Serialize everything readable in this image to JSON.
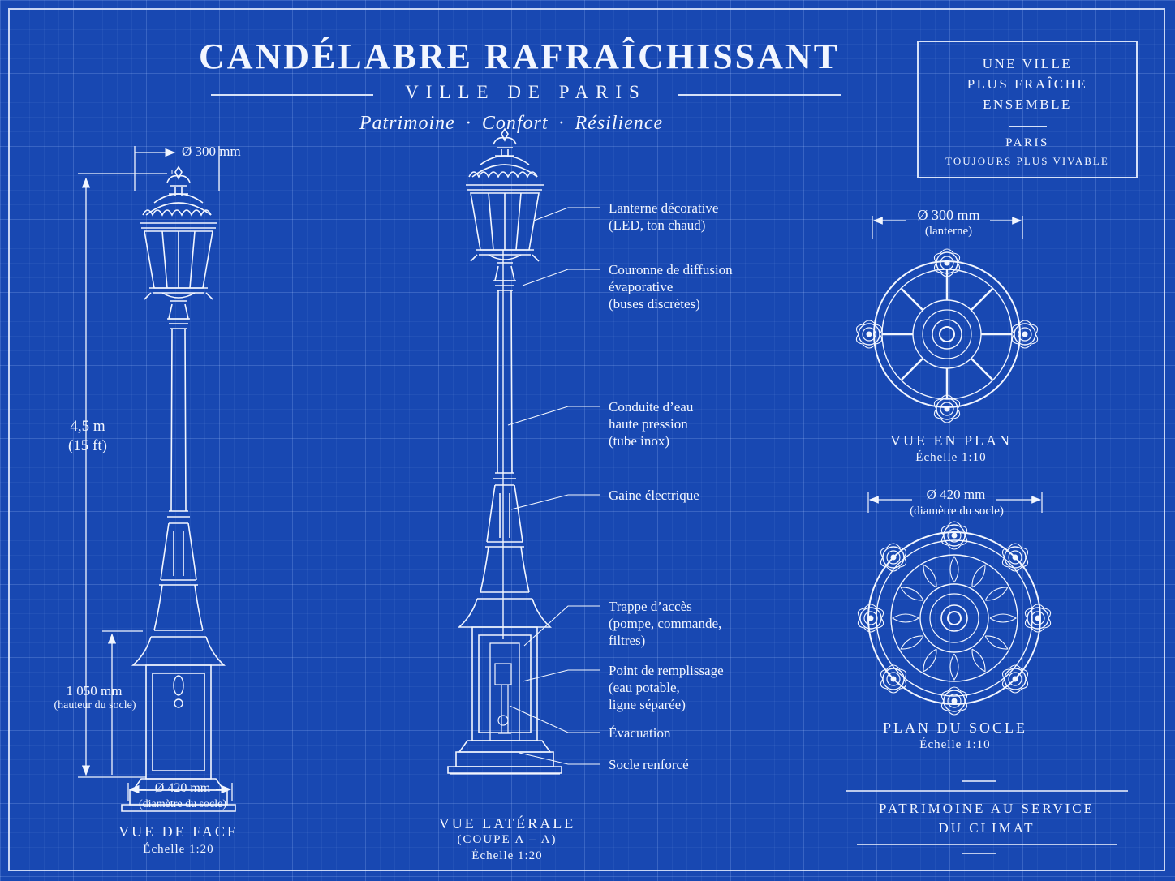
{
  "title": "CANDÉLABRE RAFRAÎCHISSANT",
  "subtitle": "VILLE DE PARIS",
  "tagline": "Patrimoine · Confort · Résilience",
  "motto_box": {
    "line1": "UNE VILLE",
    "line2": "PLUS FRAÎCHE",
    "line3": "ENSEMBLE",
    "line4": "PARIS",
    "line5": "TOUJOURS PLUS VIVABLE"
  },
  "front_view": {
    "top_diameter": "Ø 300 mm",
    "height_value": "4,5 m",
    "height_value_ft": "(15 ft)",
    "base_height": "1 050 mm",
    "base_height_note": "(hauteur du socle)",
    "base_diameter": "Ø 420 mm",
    "base_diameter_note": "(diamètre du socle)",
    "view_title": "VUE DE FACE",
    "scale": "Échelle 1:20"
  },
  "side_view": {
    "callouts": [
      {
        "l1": "Lanterne décorative",
        "l2": "(LED, ton chaud)",
        "l3": ""
      },
      {
        "l1": "Couronne de diffusion",
        "l2": "évaporative",
        "l3": "(buses discrètes)"
      },
      {
        "l1": "Conduite d’eau",
        "l2": "haute pression",
        "l3": "(tube inox)"
      },
      {
        "l1": "Gaine électrique",
        "l2": "",
        "l3": ""
      },
      {
        "l1": "Trappe d’accès",
        "l2": "(pompe, commande,",
        "l3": "filtres)"
      },
      {
        "l1": "Point de remplissage",
        "l2": "(eau potable,",
        "l3": "ligne séparée)"
      },
      {
        "l1": "Évacuation",
        "l2": "",
        "l3": ""
      },
      {
        "l1": "Socle renforcé",
        "l2": "",
        "l3": ""
      }
    ],
    "view_title": "VUE LATÉRALE",
    "section": "(COUPE A – A)",
    "scale": "Échelle 1:20"
  },
  "plan_view": {
    "diameter": "Ø 300 mm",
    "diameter_note": "(lanterne)",
    "view_title": "VUE EN PLAN",
    "scale": "Échelle 1:10"
  },
  "base_plan": {
    "diameter": "Ø 420 mm",
    "diameter_note": "(diamètre du socle)",
    "view_title": "PLAN DU SOCLE",
    "scale": "Échelle 1:10"
  },
  "footer": {
    "line1": "PATRIMOINE AU SERVICE",
    "line2": "DU CLIMAT"
  }
}
